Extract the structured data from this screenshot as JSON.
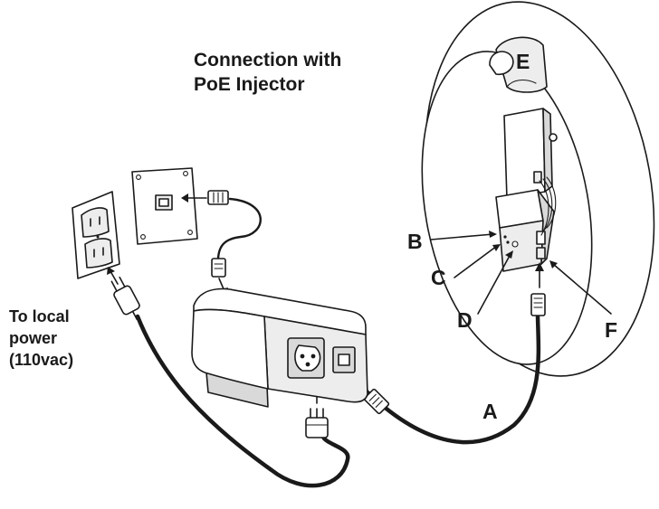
{
  "title": {
    "line1": "Connection with",
    "line2": "PoE Injector"
  },
  "power_note": {
    "line1": "To local",
    "line2": "power",
    "line3": "(110vac)"
  },
  "callouts": {
    "A": "A",
    "B": "B",
    "C": "C",
    "D": "D",
    "E": "E",
    "F": "F"
  }
}
